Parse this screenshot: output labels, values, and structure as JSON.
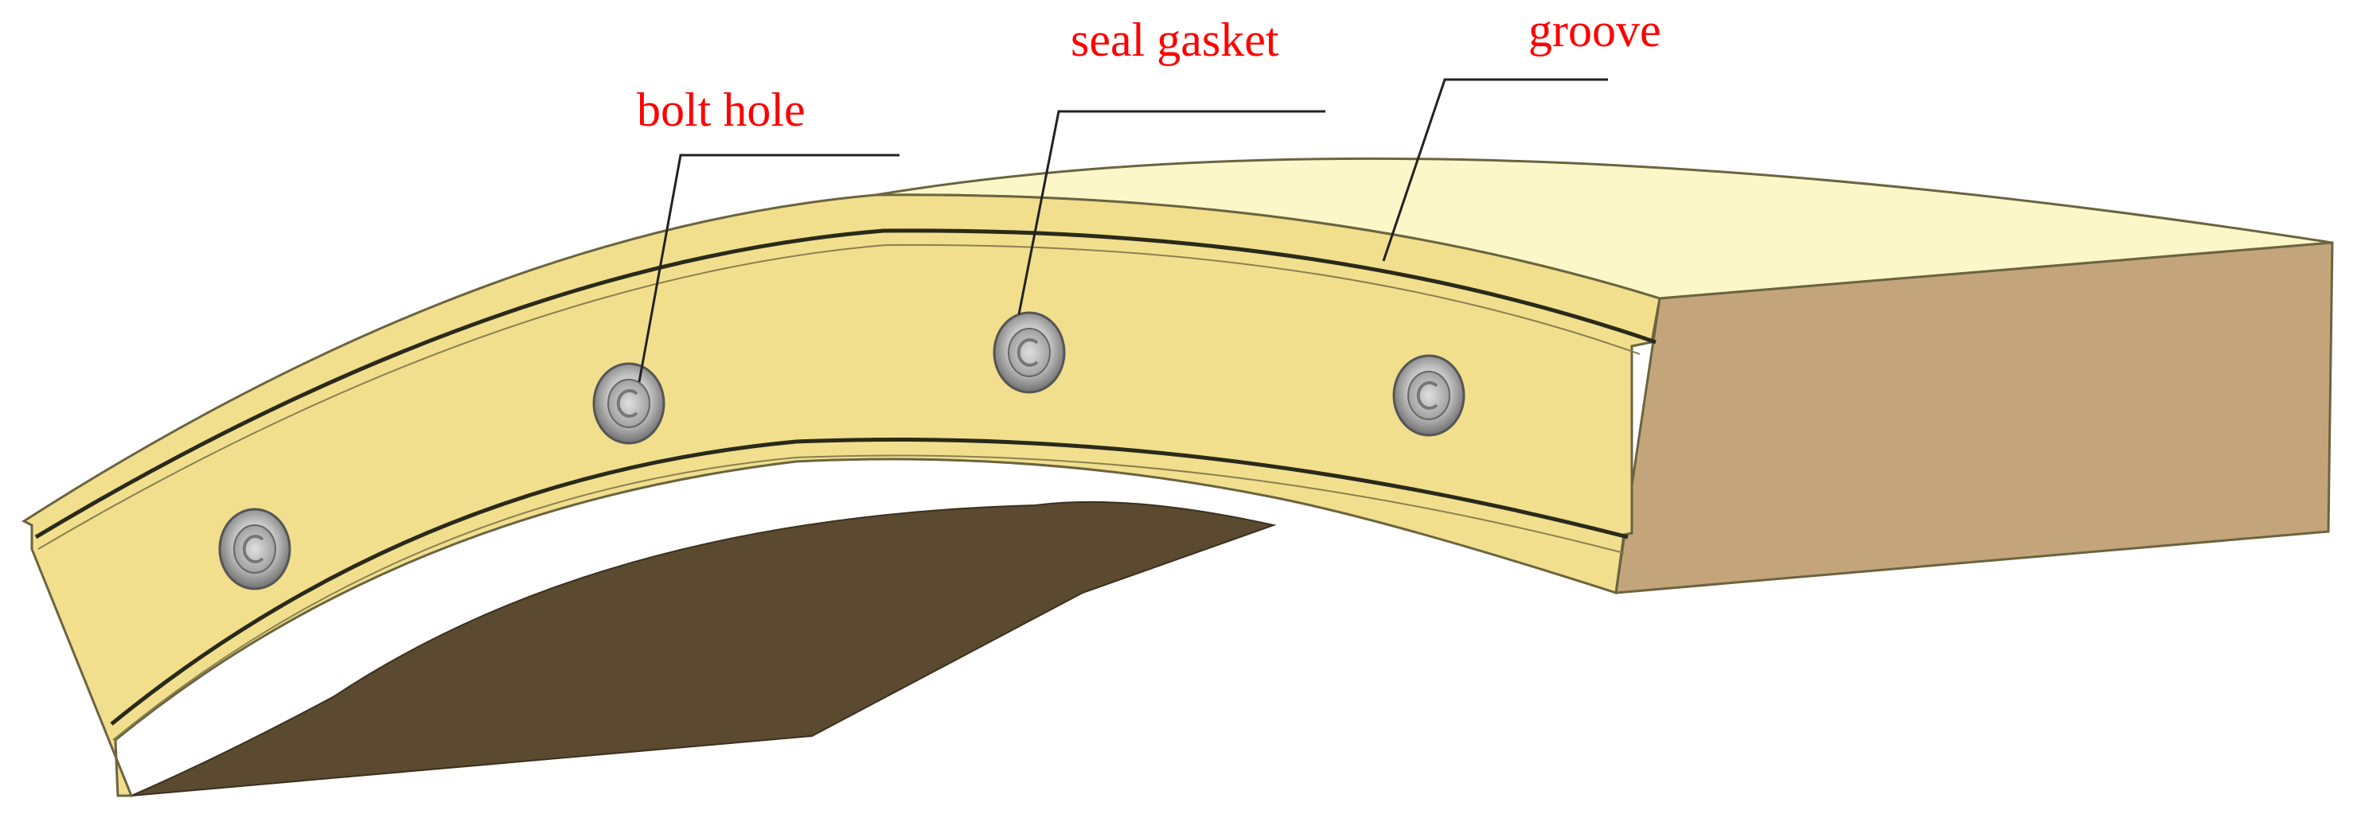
{
  "labels": {
    "bolt_hole": "bolt hole",
    "seal_gasket": "seal gasket",
    "groove": "groove"
  },
  "colors": {
    "label_text": "#ff0000",
    "leader_line": "#222222",
    "segment_face": "#f1df8e",
    "segment_top": "#fbf7c8",
    "segment_end": "#c4a57b",
    "segment_underside": "#5b4a2f",
    "edge": "#6b6440",
    "bolt_ring": "#a0a0a0"
  }
}
